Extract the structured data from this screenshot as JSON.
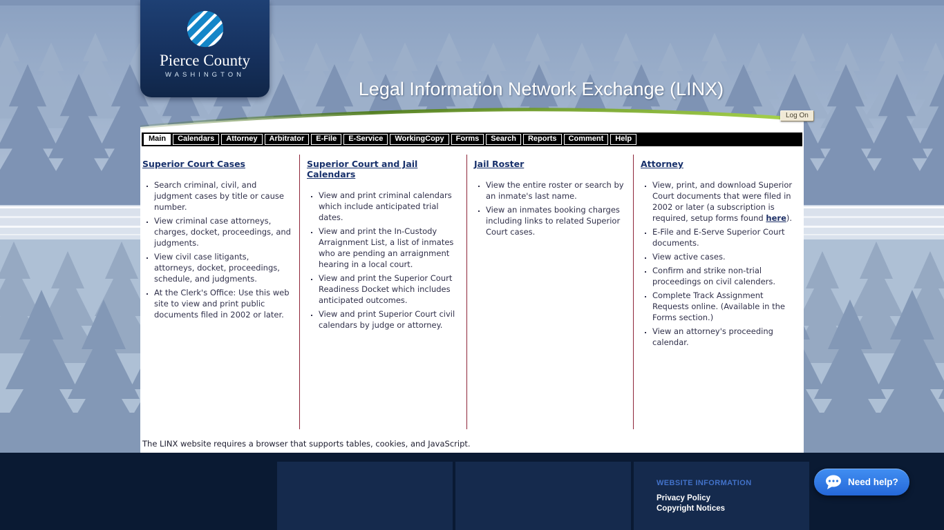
{
  "header": {
    "logo": {
      "name": "Pierce County",
      "tagline": "WASHINGTON"
    },
    "title": "Legal Information Network Exchange (LINX)",
    "log_on": "Log On"
  },
  "nav": {
    "tabs": [
      {
        "label": "Main",
        "active": true
      },
      {
        "label": "Calendars"
      },
      {
        "label": "Attorney"
      },
      {
        "label": "Arbitrator"
      },
      {
        "label": "E-File"
      },
      {
        "label": "E-Service"
      },
      {
        "label": "WorkingCopy"
      },
      {
        "label": "Forms"
      },
      {
        "label": "Search"
      },
      {
        "label": "Reports"
      },
      {
        "label": "Comment"
      },
      {
        "label": "Help"
      }
    ]
  },
  "columns": [
    {
      "heading": "Superior Court Cases",
      "items": [
        "Search criminal, civil, and judgment cases by title or cause number.",
        "View criminal case attorneys, charges, docket, proceedings, and judgments.",
        "View civil case litigants, attorneys, docket, proceedings, schedule, and judgments.",
        "At the Clerk's Office: Use this web site to view and print public documents filed in 2002 or later."
      ]
    },
    {
      "heading": "Superior Court and Jail Calendars",
      "items": [
        "View and print criminal calendars which include anticipated trial dates.",
        "View and print the In-Custody Arraignment List, a list of inmates who are pending an arraignment hearing in a local court.",
        "View and print the Superior Court Readiness Docket which includes anticipated outcomes.",
        "View and print Superior Court civil calendars by judge or attorney."
      ]
    },
    {
      "heading": "Jail Roster",
      "items": [
        "View the entire roster or search by an inmate's last name.",
        "View an inmates booking charges including links to related Superior Court cases."
      ]
    },
    {
      "heading": "Attorney",
      "items": [
        {
          "pre": "View, print, and download Superior Court documents that were filed in 2002 or later (a subscription is required, setup forms found ",
          "link": "here",
          "post": ")."
        },
        "E-File and E-Serve Superior Court documents.",
        "View active cases.",
        "Confirm and strike non-trial proceedings on civil calenders.",
        "Complete Track Assignment Requests online. (Available in the Forms section.)",
        "View an attorney's proceeding calendar."
      ]
    }
  ],
  "note": "The LINX website requires a browser that supports tables, cookies, and JavaScript.",
  "footer": {
    "heading": "WEBSITE INFORMATION",
    "links": [
      "Privacy Policy",
      "Copyright Notices"
    ]
  },
  "help_button": {
    "label": "Need help?"
  },
  "colors": {
    "accent_green": "#7fb13a",
    "separator_red": "#8e2438",
    "heading_navy": "#17306b",
    "nav_black": "#000000",
    "footer_navy": "#0a1a33",
    "footer_block": "#152a4d",
    "help_blue": "#2d7be4",
    "info_link_blue": "#4272c9",
    "logo_navy": "#16315e",
    "logo_circle_blue": "#1486c8"
  }
}
